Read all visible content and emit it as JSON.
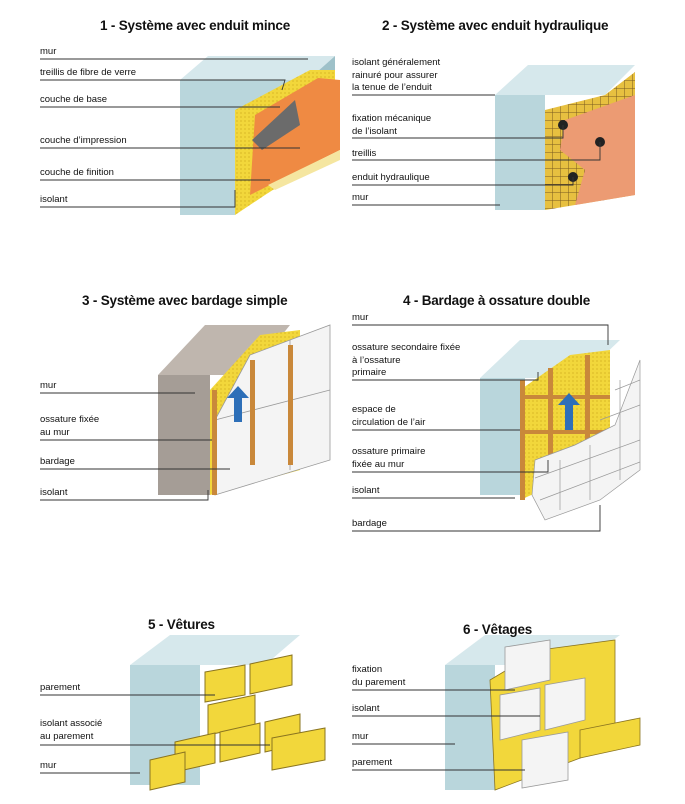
{
  "panels": [
    {
      "title": "1 - Système avec enduit mince",
      "labels": [
        "mur",
        "treillis de fibre de verre",
        "couche de base",
        "couche d’impression",
        "couche de finition",
        "isolant"
      ]
    },
    {
      "title": "2 - Système avec enduit hydraulique",
      "labels": [
        "isolant généralement",
        "rainuré pour assurer",
        "la tenue de l’enduit",
        "fixation mécanique",
        "de l’isolant",
        "treillis",
        "enduit hydraulique",
        "mur"
      ]
    },
    {
      "title": "3 - Système avec bardage simple",
      "labels": [
        "mur",
        "ossature  fixée",
        "au mur",
        "bardage",
        "isolant"
      ]
    },
    {
      "title": "4 - Bardage à ossature double",
      "labels": [
        "mur",
        "ossature secondaire fixée",
        "à l’ossature",
        "primaire",
        "espace de",
        "circulation de l’air",
        "ossature primaire",
        "fixée au mur",
        "isolant",
        "bardage"
      ]
    },
    {
      "title": "5 - Vêtures",
      "labels": [
        "parement",
        "isolant associé",
        "au parement",
        "mur"
      ]
    },
    {
      "title": "6 - Vêtages",
      "labels": [
        "fixation",
        "du parement",
        "isolant",
        "mur",
        "parement"
      ]
    }
  ],
  "colors": {
    "wall": "#b9d6dc",
    "wall_side": "#9ec1c9",
    "insulation": "#f2d73b",
    "render": "#ef8a43",
    "grey_wall": "#a59d96",
    "cladding": "#f4f4f4",
    "wood": "#c9883a"
  }
}
